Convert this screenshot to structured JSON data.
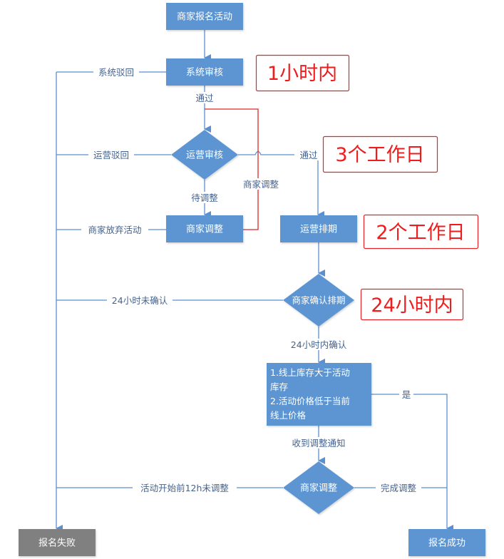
{
  "colors": {
    "node_fill": "#5b95d2",
    "fail_fill": "#808080",
    "edge": "#5b8fcf",
    "red_line": "#e0262a",
    "note_border": "#e0262a",
    "note_text": "#ee1c1c",
    "edge_label": "#44638f"
  },
  "nodes": {
    "start": "商家报名活动",
    "system_review": "系统审核",
    "ops_review": "运营审核",
    "merchant_adjust": "商家调整",
    "ops_schedule": "运营排期",
    "merchant_confirm": "商家确认排期",
    "condition_lines": [
      "1.线上库存大于活动",
      "库存",
      "2.活动价格低于当前",
      "线上价格"
    ],
    "merchant_adjust_2": "商家调整",
    "fail": "报名失败",
    "success": "报名成功"
  },
  "edges": {
    "system_reject": "系统驳回",
    "system_pass": "通过",
    "ops_reject": "运营驳回",
    "ops_pass": "通过",
    "pending_adjust": "待调整",
    "merchant_adjusted": "商家调整",
    "merchant_abandon": "商家放弃活动",
    "unconfirmed_24h": "24小时未确认",
    "confirmed_24h": "24小时内确认",
    "yes": "是",
    "adjust_notice": "收到调整通知",
    "not_adjusted_12h": "活动开始前12h未调整",
    "adjust_done": "完成调整"
  },
  "notes": {
    "sla_system": "1小时内",
    "sla_ops_review": "3个工作日",
    "sla_schedule": "2个工作日",
    "sla_confirm": "24小时内"
  }
}
